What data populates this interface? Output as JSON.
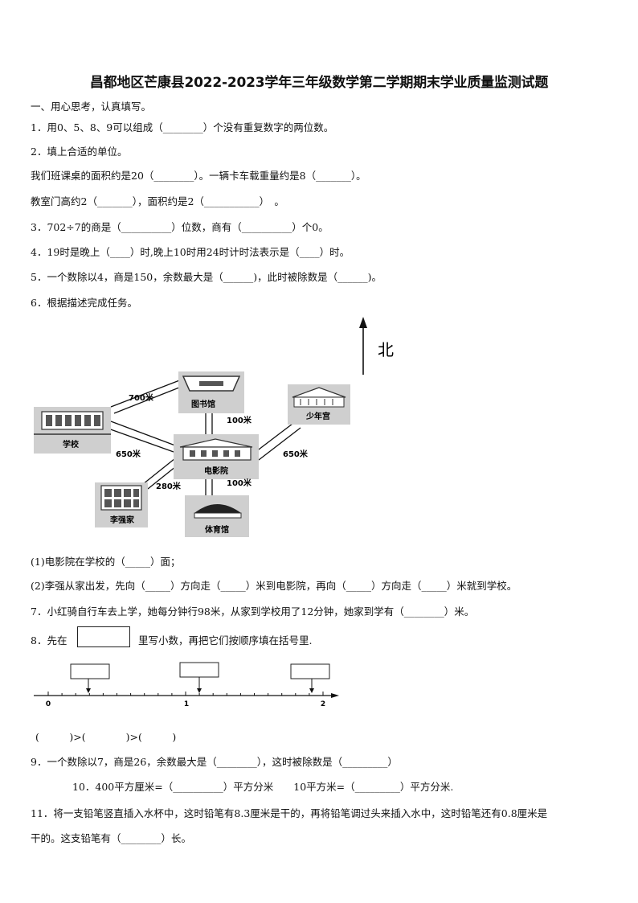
{
  "title": "昌都地区芒康县2022-2023学年三年级数学第二学期期末学业质量监测试题",
  "section1": "一、用心思考，认真填写。",
  "q1": "1．用0、5、8、9可以组成（________）个没有重复数字的两位数。",
  "q2": "2．填上合适的单位。",
  "q2a": "我们班课桌的面积约是20（________）。一辆卡车载重量约是8（_______）。",
  "q2b": "教室门高约2（_______），面积约是2（___________）　。",
  "q3": "3．702÷7的商是（__________）位数，商有（__________）个0。",
  "q4": "4．19时是晚上（____）时,晚上10时用24时计时法表示是（____）时。",
  "q5": "5．一个数除以4，商是150，余数最大是（______)，此时被除数是（______)。",
  "q6": "6．根据描述完成任务。",
  "map": {
    "north": "北",
    "library": "图书馆",
    "youth_palace": "少年宫",
    "school": "学校",
    "cinema": "电影院",
    "home": "李强家",
    "gym": "体育馆",
    "d_school_library": "700米",
    "d_library_cinema": "100米",
    "d_school_cinema": "650米",
    "d_cinema_palace": "650米",
    "d_home_cinema": "280米",
    "d_cinema_gym": "100米"
  },
  "q6_1": "(1)电影院在学校的（_____）面；",
  "q6_2": "(2)李强从家出发，先向（_____）方向走（_____）米到电影院，再向（_____）方向走（_____）米就到学校。",
  "q7": "7．小红骑自行车去上学，她每分钟行98米，从家到学校用了12分钟，她家到学有（________）米。",
  "q8_pre": "8．先在",
  "q8_post": "里写小数，再把它们按顺序填在括号里.",
  "numberline": {
    "labels": [
      "0",
      "1",
      "2"
    ]
  },
  "q8_order": "(　　　)>(　　　　)>(　　　)",
  "q9": "9．一个数除以7，商是26，余数最大是（________），这时被除数是（_________）",
  "q10": "10．400平方厘米=（__________）平方分米　　10平方米=（_________）平方分米.",
  "q11a": "11．将一支铅笔竖直插入水杯中，这时铅笔有8.3厘米是干的，再将铅笔调过头来插入水中，这时铅笔还有0.8厘米是",
  "q11b": "干的。这支铅笔有（________）长。"
}
